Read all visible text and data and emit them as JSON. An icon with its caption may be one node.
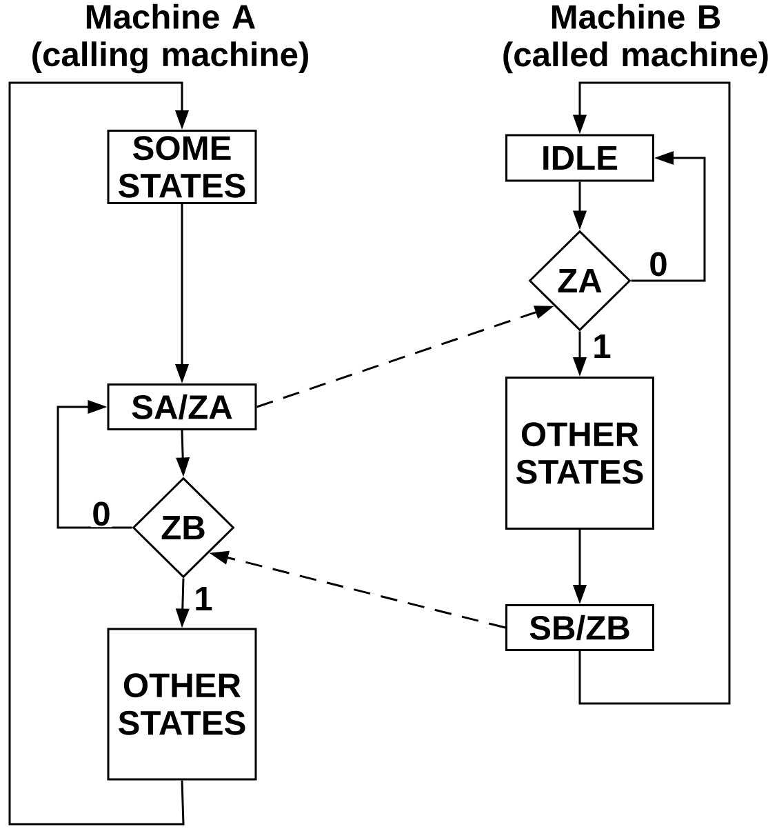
{
  "diagram": {
    "nodes": [
      {
        "text": [
          "SOME STATES"
        ]
      },
      {
        "text": [
          "SA/ZA"
        ]
      },
      {
        "text": [
          "ZB"
        ]
      },
      {
        "text": [
          "OTHER STATES"
        ]
      },
      {
        "text": [
          "IDLE"
        ]
      },
      {
        "text": [
          "ZA"
        ]
      },
      {
        "text": [
          "OTHER STATES"
        ]
      },
      {
        "text": [
          "SB/ZB"
        ]
      }
    ],
    "edges": [
      {
        "from": 0,
        "to": 1,
        "arrow": "to"
      },
      {
        "from": 1,
        "to": 2,
        "arrow": "to"
      },
      {
        "from": 2,
        "to": 3,
        "arrow": "to",
        "label": "1"
      },
      {
        "from": 2,
        "to": 1,
        "arrow": "to",
        "label": "0"
      },
      {
        "from": 3,
        "to": 0,
        "arrow": "to"
      },
      {
        "from": 4,
        "to": 5,
        "arrow": "to"
      },
      {
        "from": 5,
        "to": 6,
        "arrow": "to",
        "label": "1"
      },
      {
        "from": 5,
        "to": 4,
        "arrow": "to",
        "label": "0"
      },
      {
        "from": 6,
        "to": 7,
        "arrow": "to"
      },
      {
        "from": 7,
        "to": 4,
        "arrow": "to"
      },
      {
        "from": 1,
        "to": 5,
        "arrow": "to",
        "style": "dashed"
      },
      {
        "from": 7,
        "to": 2,
        "arrow": "to",
        "style": "dashed"
      }
    ],
    "labels": [
      "Machine A (calling machine)",
      "Machine B (called machine)"
    ]
  }
}
